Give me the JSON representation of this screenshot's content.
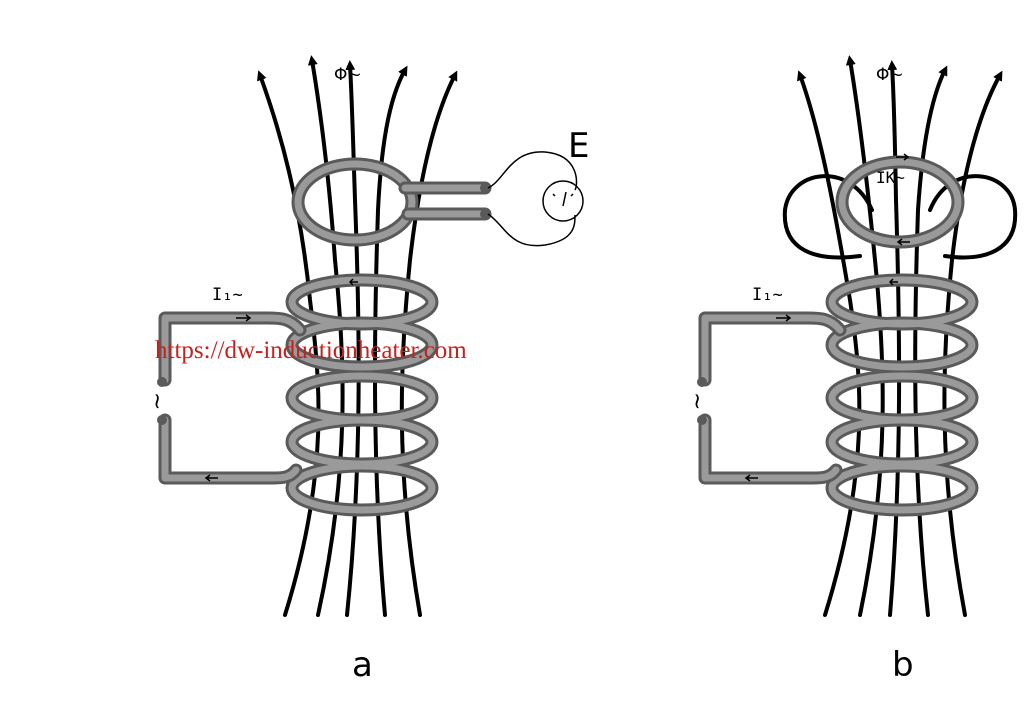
{
  "panel_a": {
    "flux_label": "Φ~",
    "current_label": "I₁~",
    "source_symbol": "~",
    "emf_label": "E",
    "caption": "a"
  },
  "panel_b": {
    "flux_label": "Φ~",
    "current_label": "I₁~",
    "induced_current_label": "IK~",
    "source_symbol": "~",
    "caption": "b"
  },
  "watermark": "https://dw-inductionheater.com",
  "colors": {
    "coil": "#5a5a5a",
    "coil_highlight": "#9a9a9a",
    "flux_lines": "#000000",
    "watermark": "#c8201c"
  }
}
